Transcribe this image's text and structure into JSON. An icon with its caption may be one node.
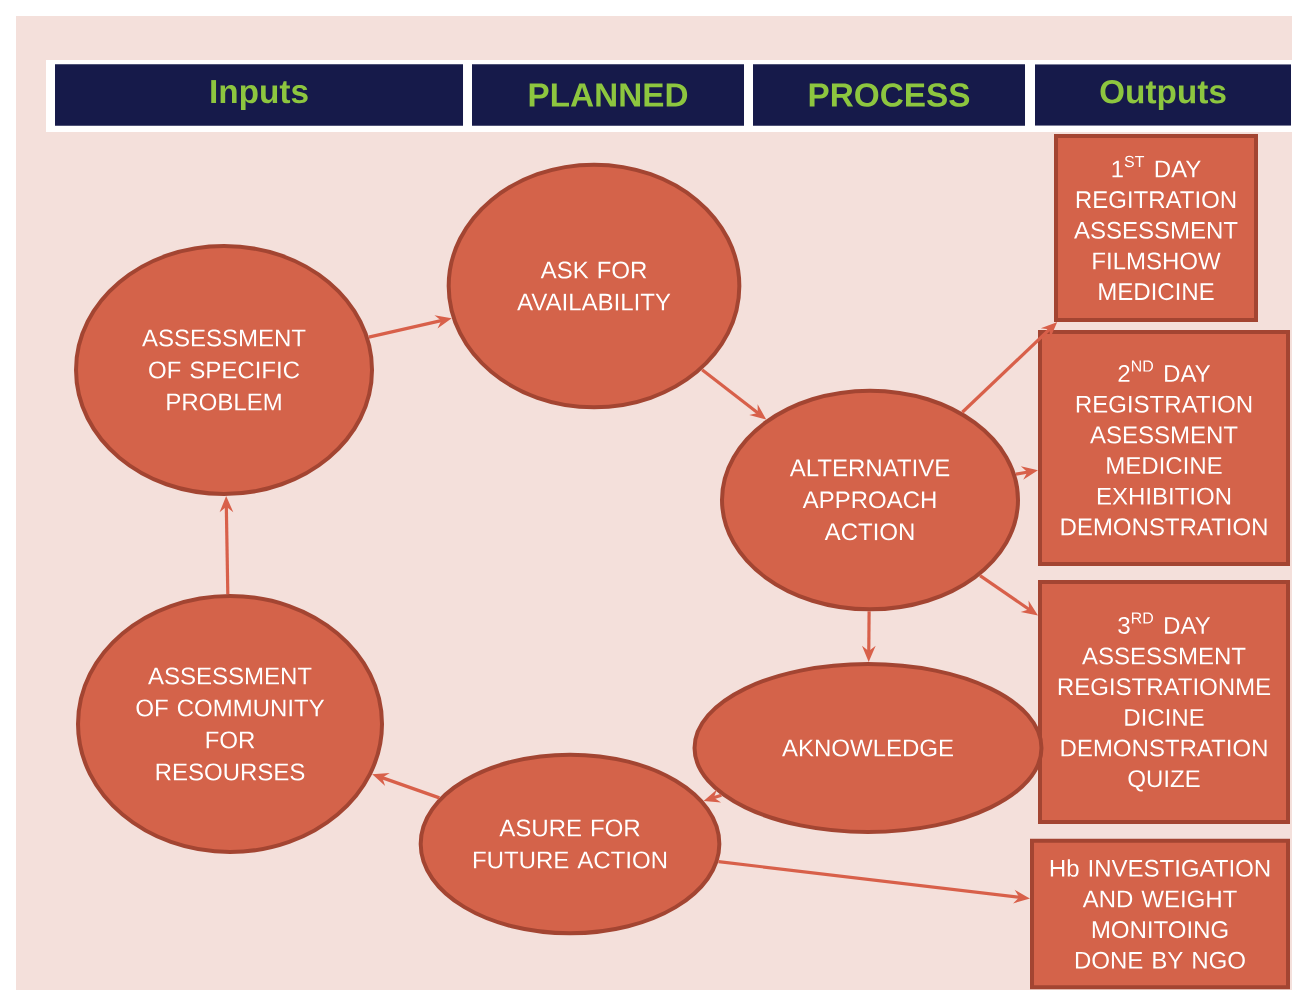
{
  "diagram": {
    "nodes": [
      {
        "text": [
          "Inputs"
        ]
      },
      {
        "text": [
          "PLANNED"
        ]
      },
      {
        "text": [
          "PROCESS"
        ]
      },
      {
        "text": [
          "Outputs"
        ]
      },
      {
        "text": [
          "ASSESSMENT OF SPECIFIC PROBLEM"
        ]
      },
      {
        "text": [
          "ASK FOR AVAILABILITY"
        ]
      },
      {
        "text": [
          "\\text{1}^{\\text{ST}}\\text{ DAY}",
          "REGITRATION",
          "ASSESSMENT",
          "FILMSHOW",
          "MEDICINE"
        ]
      },
      {
        "text": [
          "ALTERNATIVE APPROACH ACTION"
        ]
      },
      {
        "text": [
          "\\text{2}^{\\text{ND}}\\text{ DAY}",
          "REGISTRATION",
          "ASESSMENT",
          "MEDICINE",
          "EXHIBITION",
          "DEMONSTRATION"
        ]
      },
      {
        "text": [
          "\\text{3}^{\\text{RD}}\\text{ DAY}",
          "ASSESSMENT",
          "REGISTRATIONME DICINE",
          "DEMONSTRATION",
          "QUIZE"
        ]
      },
      {
        "text": [
          "ASSESSMENT OF COMMUNITY FOR RESOURSES"
        ]
      },
      {
        "text": [
          "AKNOWLEDGE"
        ]
      },
      {
        "text": [
          "ASURE FOR FUTURE ACTION"
        ]
      },
      {
        "text": [
          "Hb INVESTIGATION AND WEIGHT MONITOING DONE BY NGO"
        ]
      }
    ],
    "edges": [
      {
        "from": 4,
        "to": 5,
        "arrow": "to"
      },
      {
        "from": 5,
        "to": 7,
        "arrow": "to"
      },
      {
        "from": 7,
        "to": 6,
        "arrow": "to"
      },
      {
        "from": 7,
        "to": 8,
        "arrow": "to"
      },
      {
        "from": 7,
        "to": 9,
        "arrow": "to"
      },
      {
        "from": 7,
        "to": 11,
        "arrow": "to"
      },
      {
        "from": 11,
        "to": 12,
        "arrow": "to"
      },
      {
        "from": 12,
        "to": 10,
        "arrow": "to"
      },
      {
        "from": 12,
        "to": 13,
        "arrow": "to"
      },
      {
        "from": 10,
        "to": 4,
        "arrow": "to"
      }
    ]
  }
}
